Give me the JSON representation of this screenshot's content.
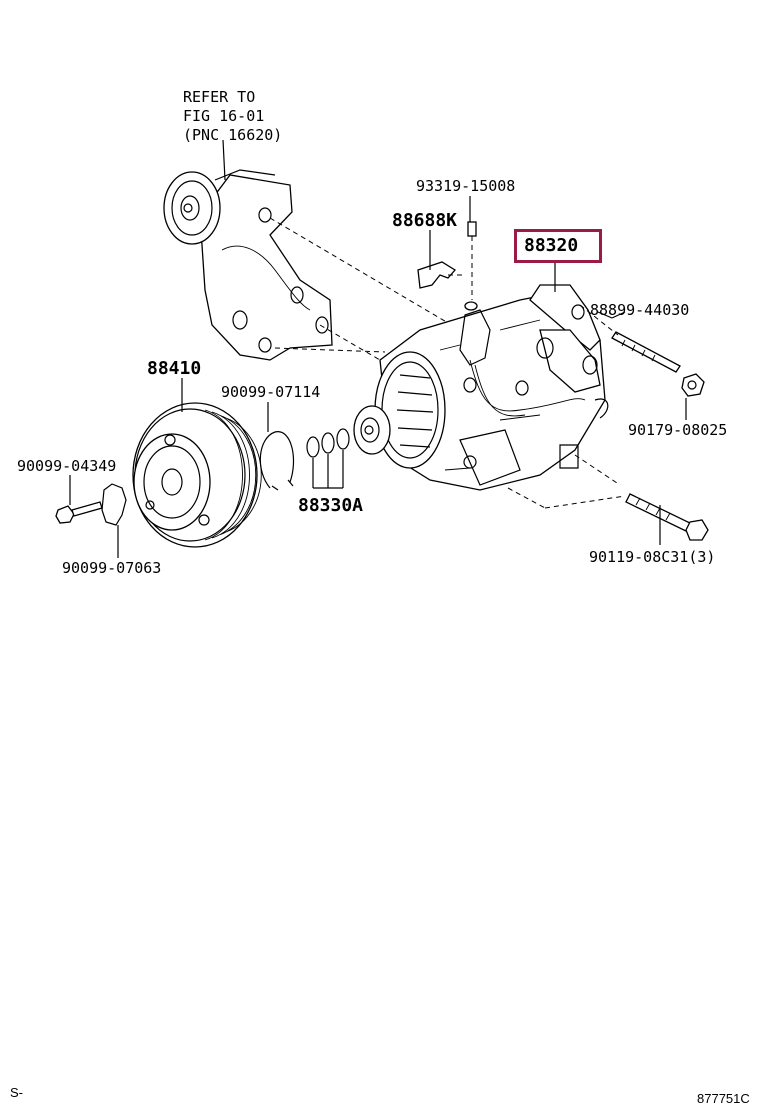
{
  "refer": {
    "line1": "REFER TO",
    "line2": "FIG 16-01",
    "line3": "(PNC 16620)"
  },
  "labels": {
    "p93319": "93319-15008",
    "p88688k": "88688K",
    "p88320": "88320",
    "p88899": "88899-44030",
    "p88410": "88410",
    "p90099_07114": "90099-07114",
    "p90179": "90179-08025",
    "p90099_04349": "90099-04349",
    "p88330a": "88330A",
    "p90099_07063": "90099-07063",
    "p90119": "90119-08C31(3)"
  },
  "highlight_color": "#9b1b45",
  "footer": {
    "left": "S-",
    "right": "877751C"
  }
}
